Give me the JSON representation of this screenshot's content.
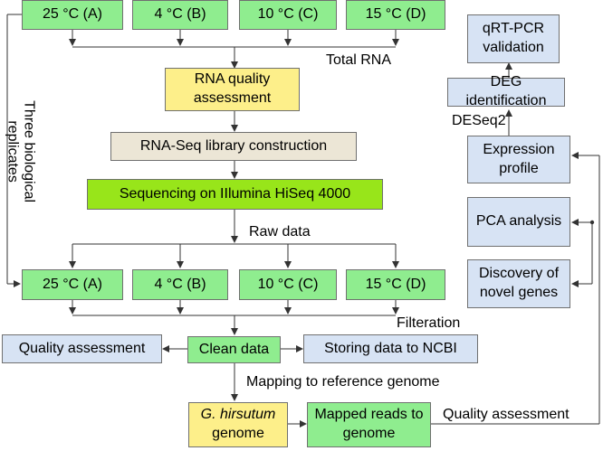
{
  "top_samples": [
    "25 °C (A)",
    "4 °C (B)",
    "10 °C (C)",
    "15 °C (D)"
  ],
  "total_rna": "Total RNA",
  "rna_quality": "RNA quality assessment",
  "library": "RNA-Seq library construction",
  "sequencing": "Sequencing on IIlumina HiSeq 4000",
  "replicates_line1": "Three biological",
  "replicates_line2": "replicates",
  "raw_data": "Raw data",
  "bottom_samples": [
    "25 °C (A)",
    "4 °C (B)",
    "10 °C (C)",
    "15 °C (D)"
  ],
  "filteration": "Filteration",
  "quality_left": "Quality assessment",
  "clean_data": "Clean data",
  "storing": "Storing data to NCBI",
  "mapping": "Mapping to reference genome",
  "genome_species": "G. hirsutum",
  "genome_word": "genome",
  "mapped_reads": "Mapped reads to genome",
  "quality_bottom": "Quality assessment",
  "right_panel": {
    "qrt_pcr": "qRT-PCR validation",
    "deg": "DEG identification",
    "deseq2": "DESeq2",
    "expression": "Expression profile",
    "pca": "PCA analysis",
    "novel": "Discovery of novel genes"
  }
}
